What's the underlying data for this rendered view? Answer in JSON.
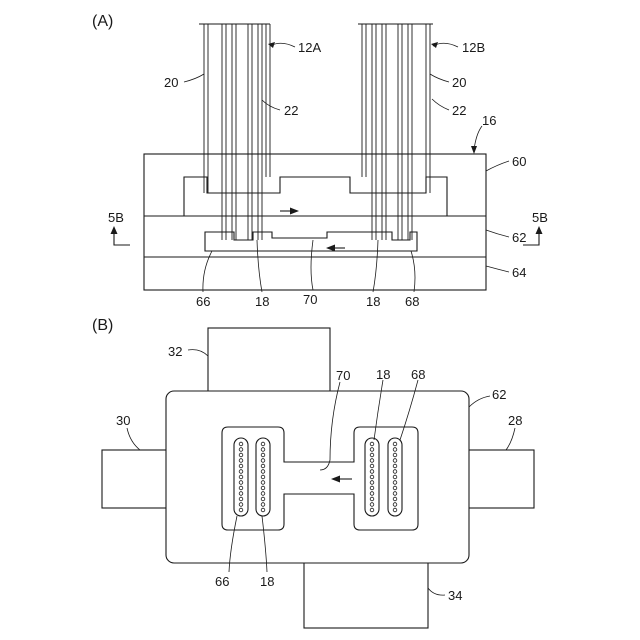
{
  "panels": {
    "a": "(A)",
    "b": "(B)"
  },
  "labels_a": {
    "tube_12a": "12A",
    "tube_12b": "12B",
    "outer_left": "20",
    "outer_right": "20",
    "inner_left": "22",
    "inner_right": "22",
    "assembly": "16",
    "top_layer": "60",
    "middle_layer": "62",
    "bottom_layer": "64",
    "section_left": "5B",
    "section_right": "5B",
    "left_chamber": "66",
    "left_tube_end": "18",
    "channel": "70",
    "right_tube_end": "18",
    "right_chamber": "68"
  },
  "labels_b": {
    "top_connector": "32",
    "channel": "70",
    "tube_ends": "18",
    "right_chamber": "68",
    "plate": "62",
    "left_connector": "30",
    "right_connector": "28",
    "left_chamber": "66",
    "left_tube_ends": "18",
    "bottom_connector": "34"
  }
}
